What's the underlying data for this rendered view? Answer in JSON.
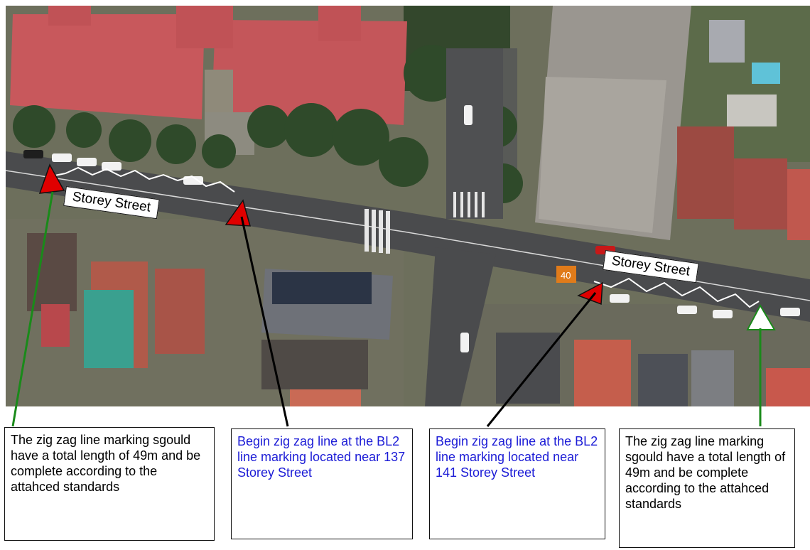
{
  "map": {
    "street_labels": [
      "Storey Street",
      "Storey Street"
    ],
    "colors": {
      "road": "#4a4b4d",
      "roof_red": "#c8585c",
      "tree": "#2f4a2a",
      "zigzag": "#ffffff",
      "marker_start": "#e00000",
      "marker_end": "#ffffff",
      "leader_green": "#1a8a1a",
      "leader_black": "#000000",
      "blue_text": "#1b1bd6"
    },
    "markers": [
      {
        "name": "zigzag-start-west",
        "fill": "red"
      },
      {
        "name": "bl2-marker-137",
        "fill": "red"
      },
      {
        "name": "bl2-marker-141",
        "fill": "red"
      },
      {
        "name": "zigzag-end-east",
        "fill": "white"
      }
    ],
    "speed_marking": "40"
  },
  "callouts": [
    {
      "text": "The zig zag line marking sgould have a total length of 49m and be complete according to the attahced standards"
    },
    {
      "text": "Begin zig zag line at the BL2 line marking located near 137 Storey Street"
    },
    {
      "text": "Begin zig zag line at the BL2 line marking located near 141 Storey Street"
    },
    {
      "text": "The zig zag line marking sgould have a total length of 49m and be complete according to the attahced standards"
    }
  ]
}
